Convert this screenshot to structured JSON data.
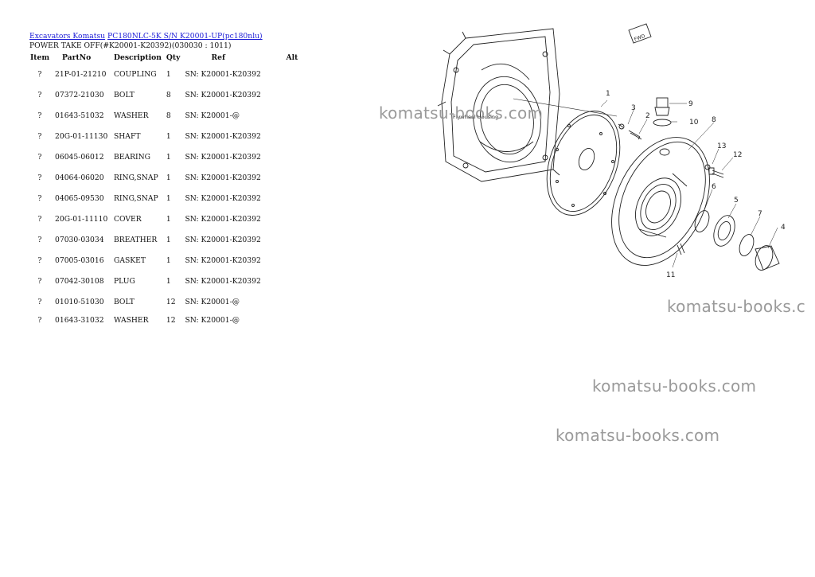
{
  "breadcrumb": {
    "link1": "Excavators Komatsu",
    "link2": "PC180NLC-5K S/N K20001-UP(pc180nlu)"
  },
  "subtitle": "POWER TAKE OFF(#K20001-K20392)(030030 : 1011)",
  "table": {
    "headers": [
      "Item",
      "PartNo",
      "Description",
      "Qty",
      "Ref",
      "Alt"
    ],
    "rows": [
      {
        "item": "?",
        "partno": "21P-01-21210",
        "desc": "COUPLING",
        "qty": "1",
        "ref": "SN: K20001-K20392",
        "alt": ""
      },
      {
        "item": "?",
        "partno": "07372-21030",
        "desc": "BOLT",
        "qty": "8",
        "ref": "SN: K20001-K20392",
        "alt": ""
      },
      {
        "item": "?",
        "partno": "01643-51032",
        "desc": "WASHER",
        "qty": "8",
        "ref": "SN: K20001-@",
        "alt": ""
      },
      {
        "item": "?",
        "partno": "20G-01-11130",
        "desc": "SHAFT",
        "qty": "1",
        "ref": "SN: K20001-K20392",
        "alt": ""
      },
      {
        "item": "?",
        "partno": "06045-06012",
        "desc": "BEARING",
        "qty": "1",
        "ref": "SN: K20001-K20392",
        "alt": ""
      },
      {
        "item": "?",
        "partno": "04064-06020",
        "desc": "RING,SNAP",
        "qty": "1",
        "ref": "SN: K20001-K20392",
        "alt": ""
      },
      {
        "item": "?",
        "partno": "04065-09530",
        "desc": "RING,SNAP",
        "qty": "1",
        "ref": "SN: K20001-K20392",
        "alt": ""
      },
      {
        "item": "?",
        "partno": "20G-01-11110",
        "desc": "COVER",
        "qty": "1",
        "ref": "SN: K20001-K20392",
        "alt": ""
      },
      {
        "item": "?",
        "partno": "07030-03034",
        "desc": "BREATHER",
        "qty": "1",
        "ref": "SN: K20001-K20392",
        "alt": ""
      },
      {
        "item": "?",
        "partno": "07005-03016",
        "desc": "GASKET",
        "qty": "1",
        "ref": "SN: K20001-K20392",
        "alt": ""
      },
      {
        "item": "?",
        "partno": "07042-30108",
        "desc": "PLUG",
        "qty": "1",
        "ref": "SN: K20001-K20392",
        "alt": ""
      },
      {
        "item": "?",
        "partno": "01010-51030",
        "desc": "BOLT",
        "qty": "12",
        "ref": "SN: K20001-@",
        "alt": ""
      },
      {
        "item": "?",
        "partno": "01643-31032",
        "desc": "WASHER",
        "qty": "12",
        "ref": "SN: K20001-@",
        "alt": ""
      }
    ]
  },
  "diagram": {
    "label_housing": "Flywheel Housing",
    "label_fwd": "FWD",
    "callouts": [
      "1",
      "2",
      "3",
      "4",
      "5",
      "6",
      "7",
      "8",
      "9",
      "10",
      "11",
      "12",
      "13"
    ]
  },
  "watermark": "komatsu-books.com",
  "watermark_cut": "komatsu-books.c"
}
